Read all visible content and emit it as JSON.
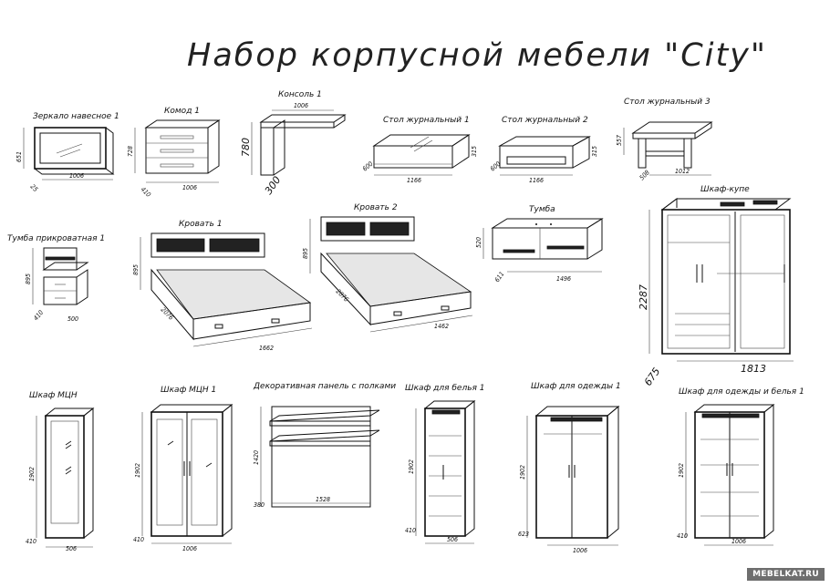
{
  "title": "Набор корпусной мебели \"City\"",
  "watermark": "MEBELKAT.RU",
  "items": {
    "mirror": {
      "label": "Зеркало навесное 1",
      "dims": [
        "651",
        "1006",
        "25"
      ]
    },
    "chest": {
      "label": "Комод 1",
      "dims": [
        "728",
        "1006",
        "410"
      ]
    },
    "console": {
      "label": "Консоль 1",
      "dims": [
        "1006",
        "780",
        "300"
      ]
    },
    "ctable1": {
      "label": "Стол журнальный 1",
      "dims": [
        "600",
        "1166",
        "315"
      ]
    },
    "ctable2": {
      "label": "Стол журнальный 2",
      "dims": [
        "600",
        "1166",
        "315"
      ]
    },
    "ctable3": {
      "label": "Стол журнальный 3",
      "dims": [
        "557",
        "1012",
        "508"
      ]
    },
    "nightstand": {
      "label": "Тумба прикроватная 1",
      "dims": [
        "895",
        "410",
        "500"
      ]
    },
    "bed1": {
      "label": "Кровать 1",
      "dims": [
        "895",
        "2076",
        "1662"
      ]
    },
    "bed2": {
      "label": "Кровать 2",
      "dims": [
        "895",
        "2076",
        "1462"
      ]
    },
    "tvstand": {
      "label": "Тумба",
      "dims": [
        "520",
        "611",
        "1496"
      ]
    },
    "wardrobe": {
      "label": "Шкаф-купе",
      "dims": [
        "2287",
        "675",
        "1813"
      ]
    },
    "cab_mcn": {
      "label": "Шкаф МЦН",
      "dims": [
        "1902",
        "410",
        "506"
      ]
    },
    "cab_mcn1": {
      "label": "Шкаф МЦН 1",
      "dims": [
        "1902",
        "410",
        "1006"
      ]
    },
    "panel": {
      "label": "Декоративная панель с полками",
      "dims": [
        "1420",
        "380",
        "1528"
      ]
    },
    "linen1": {
      "label": "Шкаф для белья 1",
      "dims": [
        "1902",
        "410",
        "506"
      ]
    },
    "clothes1": {
      "label": "Шкаф для одежды 1",
      "dims": [
        "1902",
        "623",
        "1006"
      ]
    },
    "clothes_linen1": {
      "label": "Шкаф для одежды и белья 1",
      "dims": [
        "1902",
        "410",
        "1006"
      ]
    }
  }
}
